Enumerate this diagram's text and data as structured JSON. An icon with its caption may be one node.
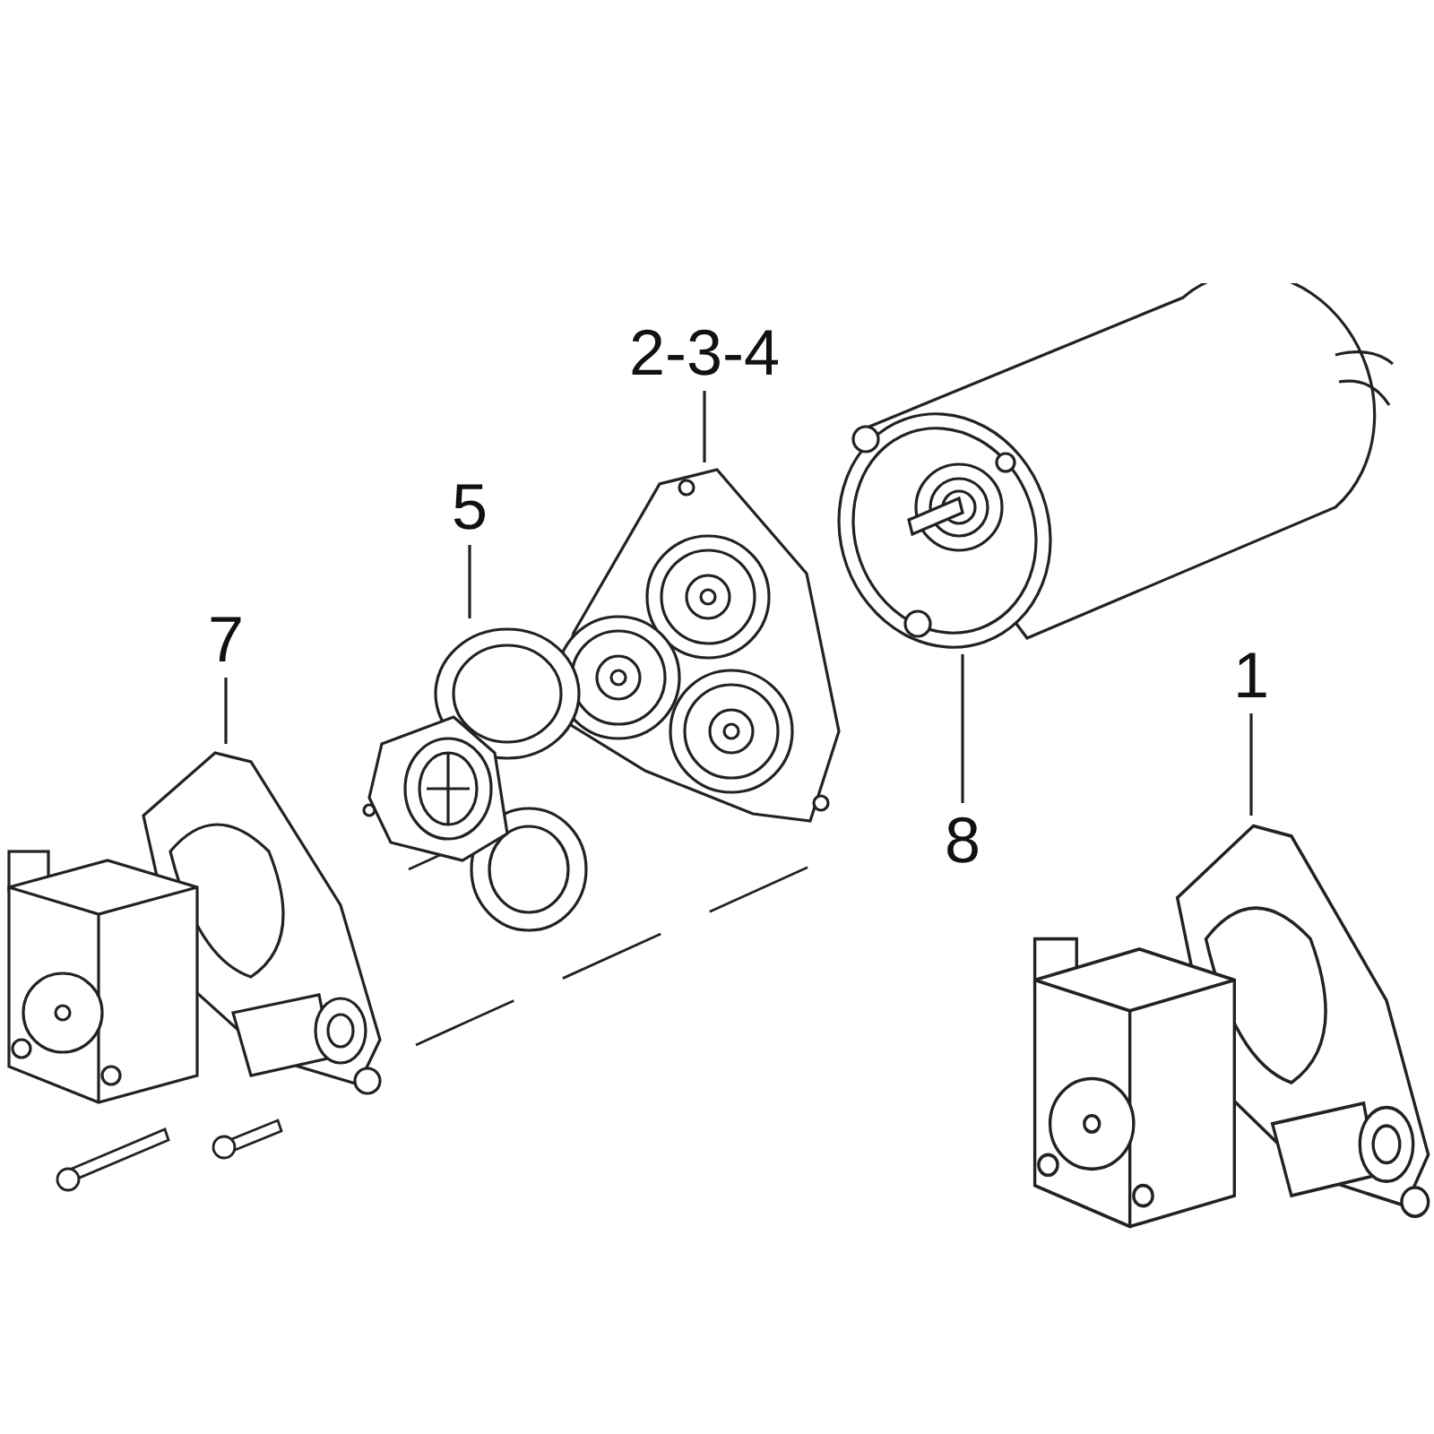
{
  "diagram": {
    "nodes": [
      {
        "text": [
          "2-3-4"
        ]
      },
      {
        "text": [
          "5"
        ]
      },
      {
        "text": [
          "7"
        ]
      },
      {
        "text": [
          "1"
        ]
      },
      {
        "text": [
          "8"
        ]
      },
      {
        "text": [],
        "shape": "picture"
      },
      {
        "text": [],
        "shape": "picture"
      },
      {
        "text": [],
        "shape": "picture"
      },
      {
        "text": [],
        "shape": "picture"
      },
      {
        "text": [],
        "shape": "picture"
      }
    ],
    "edges": [
      {
        "from": 0,
        "to": 6,
        "arrow": "none"
      },
      {
        "from": 1,
        "to": 7,
        "arrow": "none"
      },
      {
        "from": 2,
        "to": 8,
        "arrow": "none"
      },
      {
        "from": 3,
        "to": 9,
        "arrow": "none"
      },
      {
        "from": 4,
        "to": 5,
        "arrow": "none"
      }
    ]
  }
}
